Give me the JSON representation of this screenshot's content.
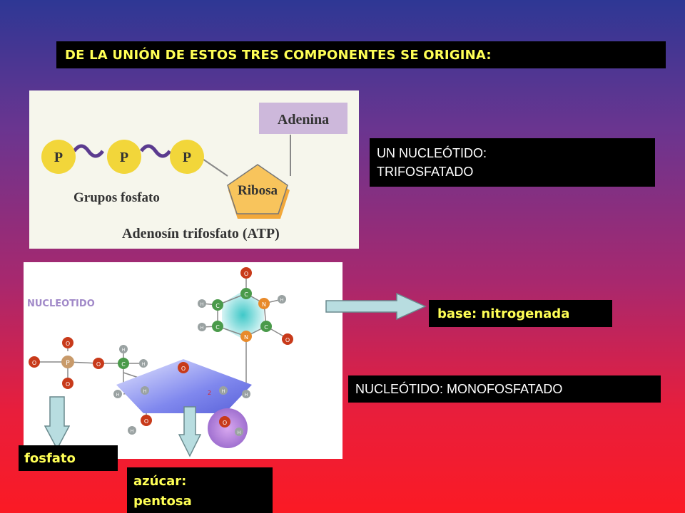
{
  "title": "DE LA UNIÓN DE ESTOS TRES COMPONENTES SE ORIGINA:",
  "atp_panel": {
    "p_label": "P",
    "adenine": "Adenina",
    "ribose": "Ribosa",
    "phosphate_groups": "Grupos fosfato",
    "caption": "Adenosín trifosfato (ATP)"
  },
  "trifosfatado_box": {
    "line1": "UN NUCLEÓTIDO:",
    "line2": "TRIFOSFATADO"
  },
  "nucleotide_panel": {
    "label": "NUCLEOTIDO",
    "atoms": {
      "o": "O",
      "c": "C",
      "n": "N",
      "h": "H",
      "p": "P"
    },
    "ring_number": "2"
  },
  "base_box": "base: nitrogenada",
  "mono_box": "NUCLEÓTIDO: MONOFOSFATADO",
  "fosfato_box": "fosfato",
  "azucar_box": {
    "line1": "azúcar:",
    "line2": "pentosa"
  },
  "colors": {
    "title_text": "#ffff55",
    "box_bg": "#000000",
    "phosphate_yellow": "#f2d63a",
    "adenine_box": "#cdb8db",
    "ribose_fill": "#f6c05a",
    "arrow_fill": "#b8dde0"
  }
}
